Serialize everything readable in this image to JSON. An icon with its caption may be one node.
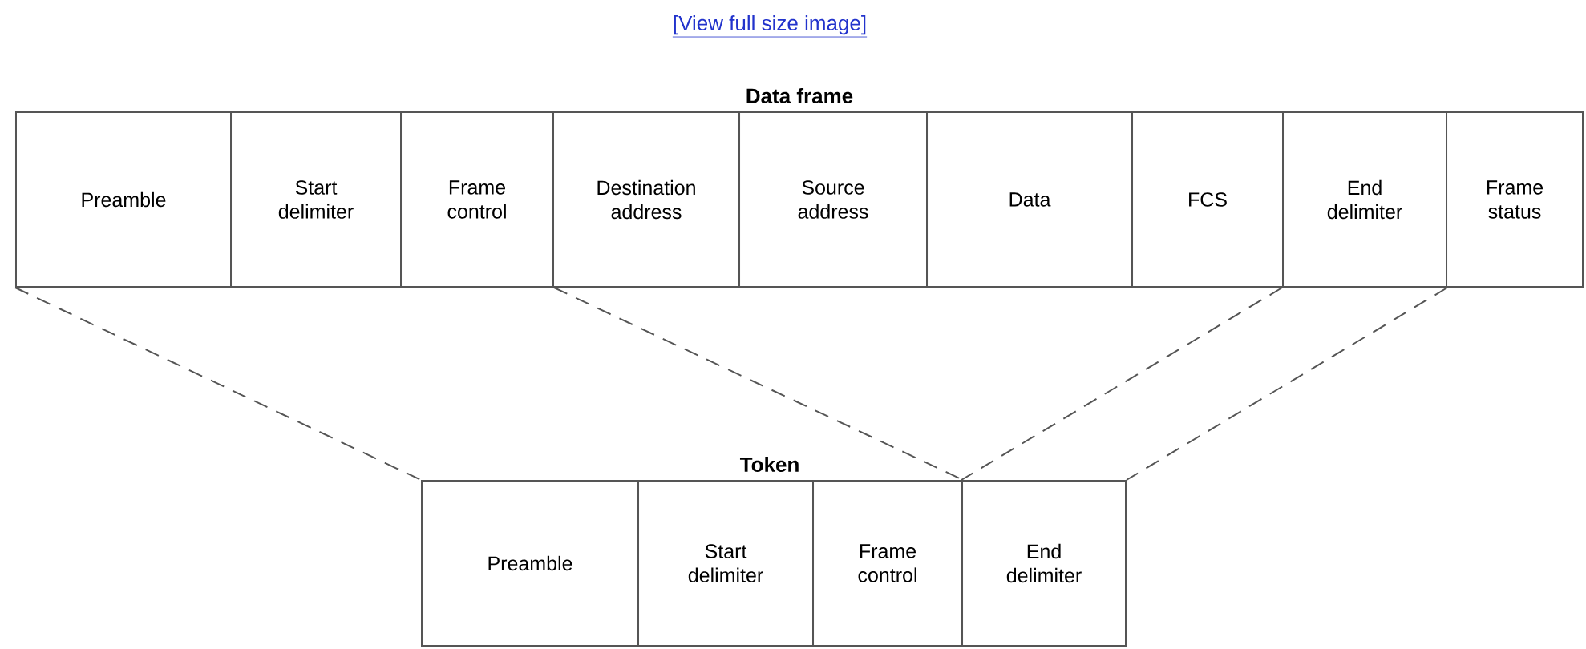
{
  "diagram": {
    "nodes": [
      {
        "text": [
          "Data frame"
        ]
      },
      {
        "text": [
          "Preamble"
        ],
        "in": 0
      },
      {
        "text": [
          "Start delimiter"
        ],
        "in": 0
      },
      {
        "text": [
          "Frame control"
        ],
        "in": 0
      },
      {
        "text": [
          "Destination address"
        ],
        "in": 0
      },
      {
        "text": [
          "Source address"
        ],
        "in": 0
      },
      {
        "text": [
          "Data"
        ],
        "in": 0
      },
      {
        "text": [
          "FCS"
        ],
        "in": 0
      },
      {
        "text": [
          "End delimiter"
        ],
        "in": 0
      },
      {
        "text": [
          "Frame status"
        ],
        "in": 0
      },
      {
        "text": [
          "Token"
        ]
      },
      {
        "text": [
          "Preamble"
        ],
        "in": 10
      },
      {
        "text": [
          "Start delimiter"
        ],
        "in": 10
      },
      {
        "text": [
          "Frame control"
        ],
        "in": 10
      },
      {
        "text": [
          "End delimiter"
        ],
        "in": 10
      }
    ],
    "edges": [
      {
        "from": 1,
        "to": 11,
        "arrow": "none",
        "style": "dashed"
      },
      {
        "from": 3,
        "to": 13,
        "arrow": "none",
        "style": "dashed"
      },
      {
        "from": 8,
        "to": 14,
        "arrow": "none",
        "style": "dashed"
      },
      {
        "from": 8,
        "to": 14,
        "arrow": "none",
        "style": "dashed"
      }
    ],
    "labels": [
      "[View full size image]"
    ]
  }
}
